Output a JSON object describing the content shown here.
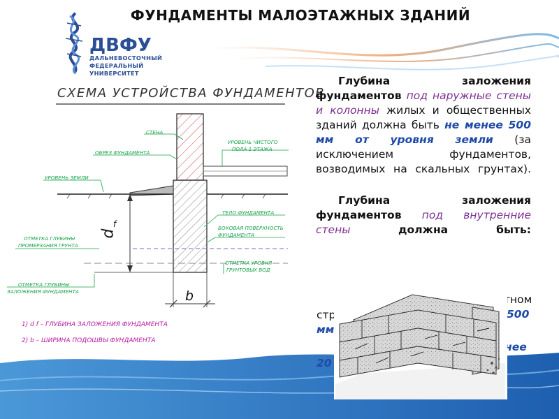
{
  "title": "ФУНДАМЕНТЫ МАЛОЭТАЖНЫХ ЗДАНИЙ",
  "logo": {
    "name": "ДВФУ",
    "line1": "ДАЛЬНЕВОСТОЧНЫЙ",
    "line2": "ФЕДЕРАЛЬНЫЙ",
    "line3": "УНИВЕРСИТЕТ"
  },
  "schema": {
    "title": "СХЕМА УСТРОЙСТВА ФУНДАМЕНТОВ",
    "labels": {
      "wall": "СТЕНА",
      "foundation_edge": "ОБРЕЗ ФУНДАМЕНТА",
      "ground_level": "УРОВЕНЬ ЗЕМЛИ",
      "floor_level_1": "УРОВЕНЬ ЧИСТОГО",
      "floor_level_2": "ПОЛА 1 ЭТАЖА",
      "body": "ТЕЛО ФУНДАМЕНТА",
      "side_surface_1": "БОКОВАЯ ПОВЕРХНОСТЬ",
      "side_surface_2": "ФУНДАМЕНТА",
      "freeze_1": "ОТМЕТКА ГЛУБИНЫ",
      "freeze_2": "ПРОМЕРЗАНИЯ ГРУНТА",
      "water_1": "ОТМЕТКА УРОВНЯ",
      "water_2": "ГРУНТОВЫХ ВОД",
      "depth_1": "ОТМЕТКА ГЛУБИНЫ",
      "depth_2": "ЗАЛОЖЕНИЯ ФУНДАМЕНТА"
    },
    "symbol_d": "d",
    "symbol_d_sub": "f",
    "symbol_b": "b",
    "legend_1": "1) d f – ГЛУБИНА ЗАЛОЖЕНИЯ ФУНДАМЕНТА",
    "legend_2": "2) b – ШИРИНА ПОДОШВЫ ФУНДАМЕНТА"
  },
  "text": {
    "p1_a": "Глубина заложения фундаментов",
    "p1_b": "под наружные стены и колонны",
    "p1_c": "жилых и общественных зданий должна быть",
    "p1_d": "не менее 500 мм от уровня земли",
    "p1_e": "(за исключением фундаментов, возводимых на скальных грунтах).",
    "p2_a": "Глубина заложения фундаментов",
    "p2_b": "под внутренние стены",
    "p2_c": "должна быть:",
    "o1": "тном",
    "o2": "стр",
    "o3": "500",
    "o4": "мм",
    "o5": "нее",
    "o6": "20"
  },
  "colors": {
    "accent_blue": "#2a4f96",
    "label_green": "#18a34a",
    "legend_magenta": "#b71ca1",
    "highlight_purple": "#7b2f92",
    "highlight_blue": "#1f4aa8"
  }
}
